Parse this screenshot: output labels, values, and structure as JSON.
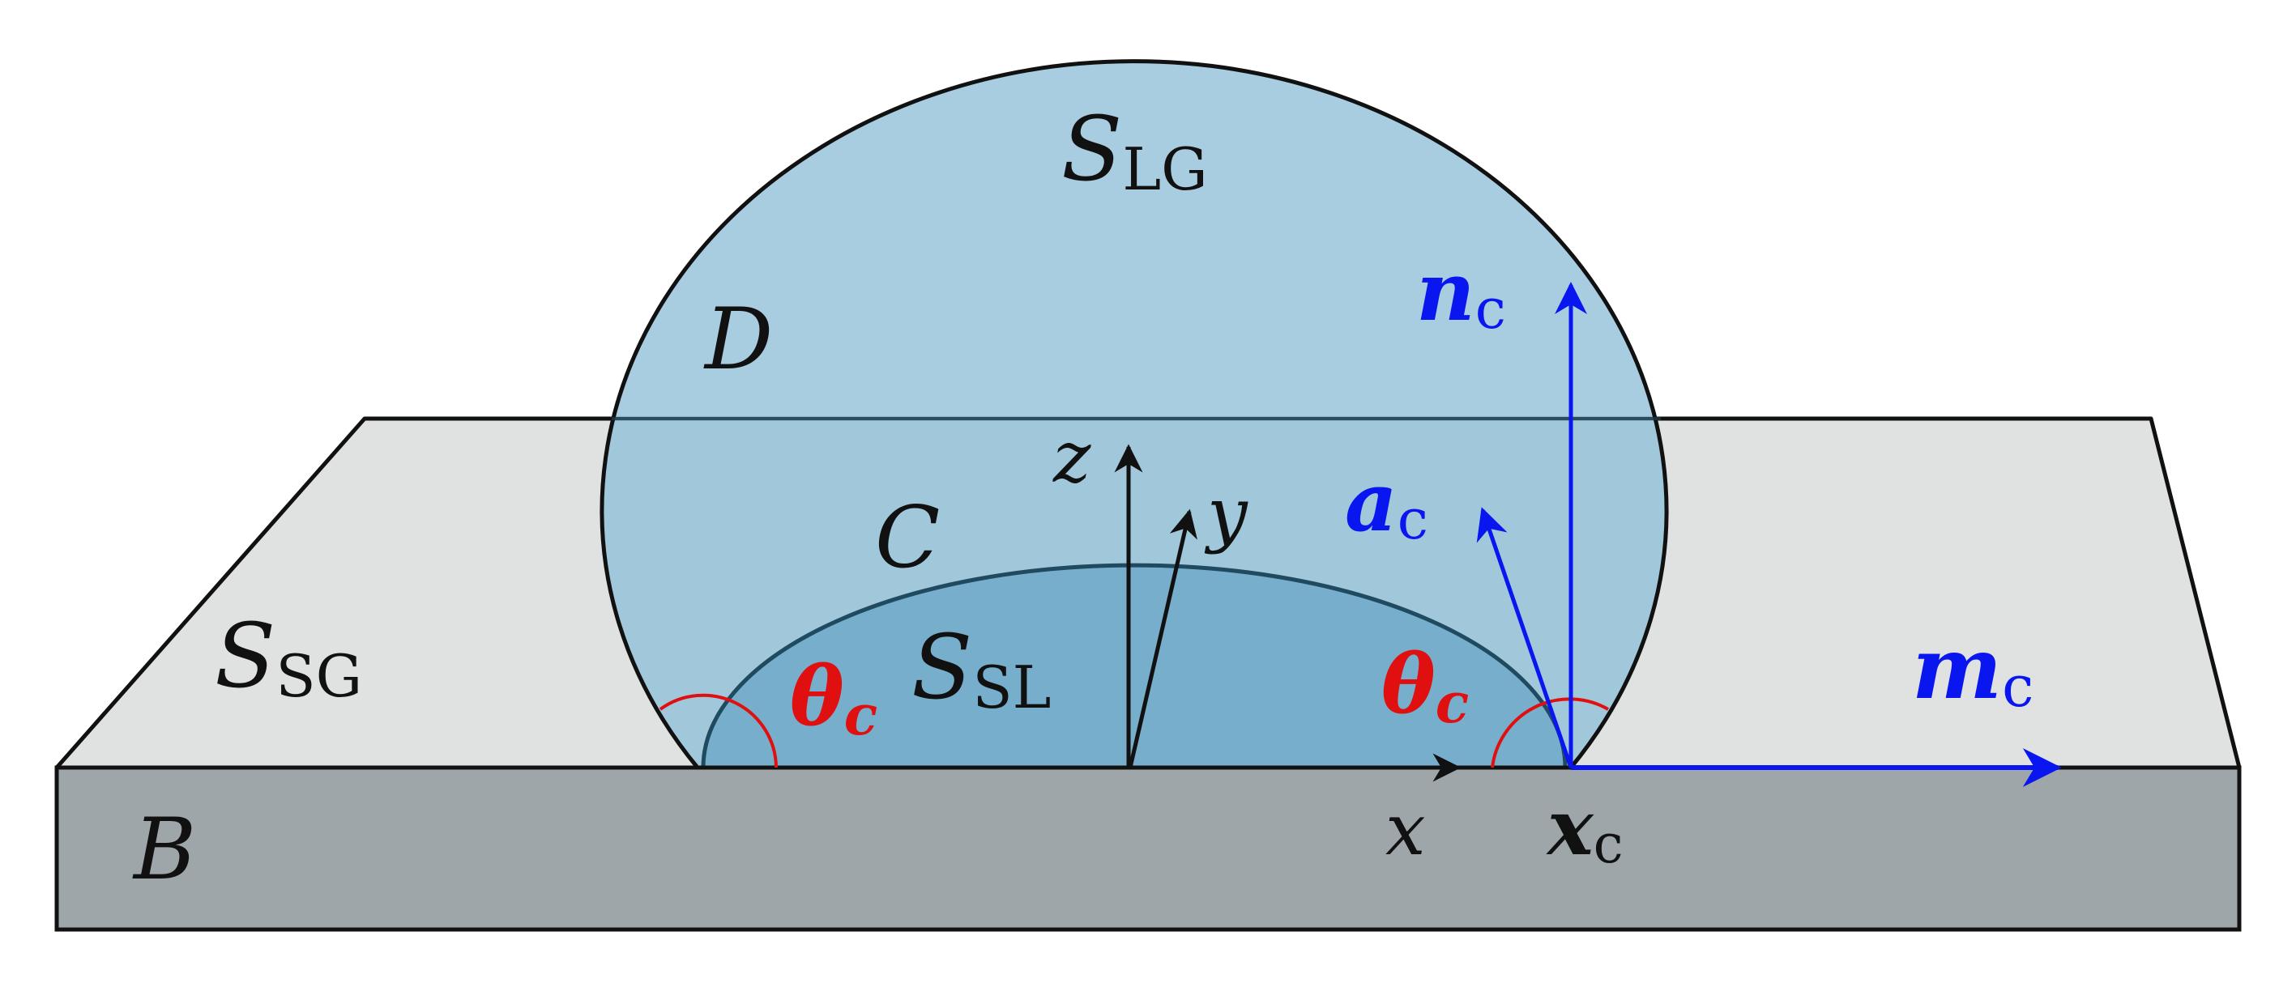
{
  "colors": {
    "substrate_top": "#e0e2e2",
    "substrate_front": "#9ea6a9",
    "droplet": "#8fbfd9",
    "contact_area": "#6fa9c8",
    "outline": "#111111",
    "vector_blue": "#0a16f0",
    "angle_red": "#e01010"
  },
  "labels": {
    "s_lg": {
      "main": "S",
      "sub": "LG"
    },
    "d": "D",
    "c": "C",
    "s_sl": {
      "main": "S",
      "sub": "SL"
    },
    "s_sg": {
      "main": "S",
      "sub": "SG"
    },
    "b": "B",
    "z": "z",
    "y": "y",
    "x": "x",
    "theta_left": {
      "main": "θ",
      "sub": "c"
    },
    "theta_right": {
      "main": "θ",
      "sub": "c"
    },
    "n_c": {
      "main": "n",
      "sub": "c"
    },
    "a_c": {
      "main": "a",
      "sub": "c"
    },
    "m_c": {
      "main": "m",
      "sub": "c"
    },
    "x_c": {
      "main": "x",
      "sub": "c"
    }
  }
}
